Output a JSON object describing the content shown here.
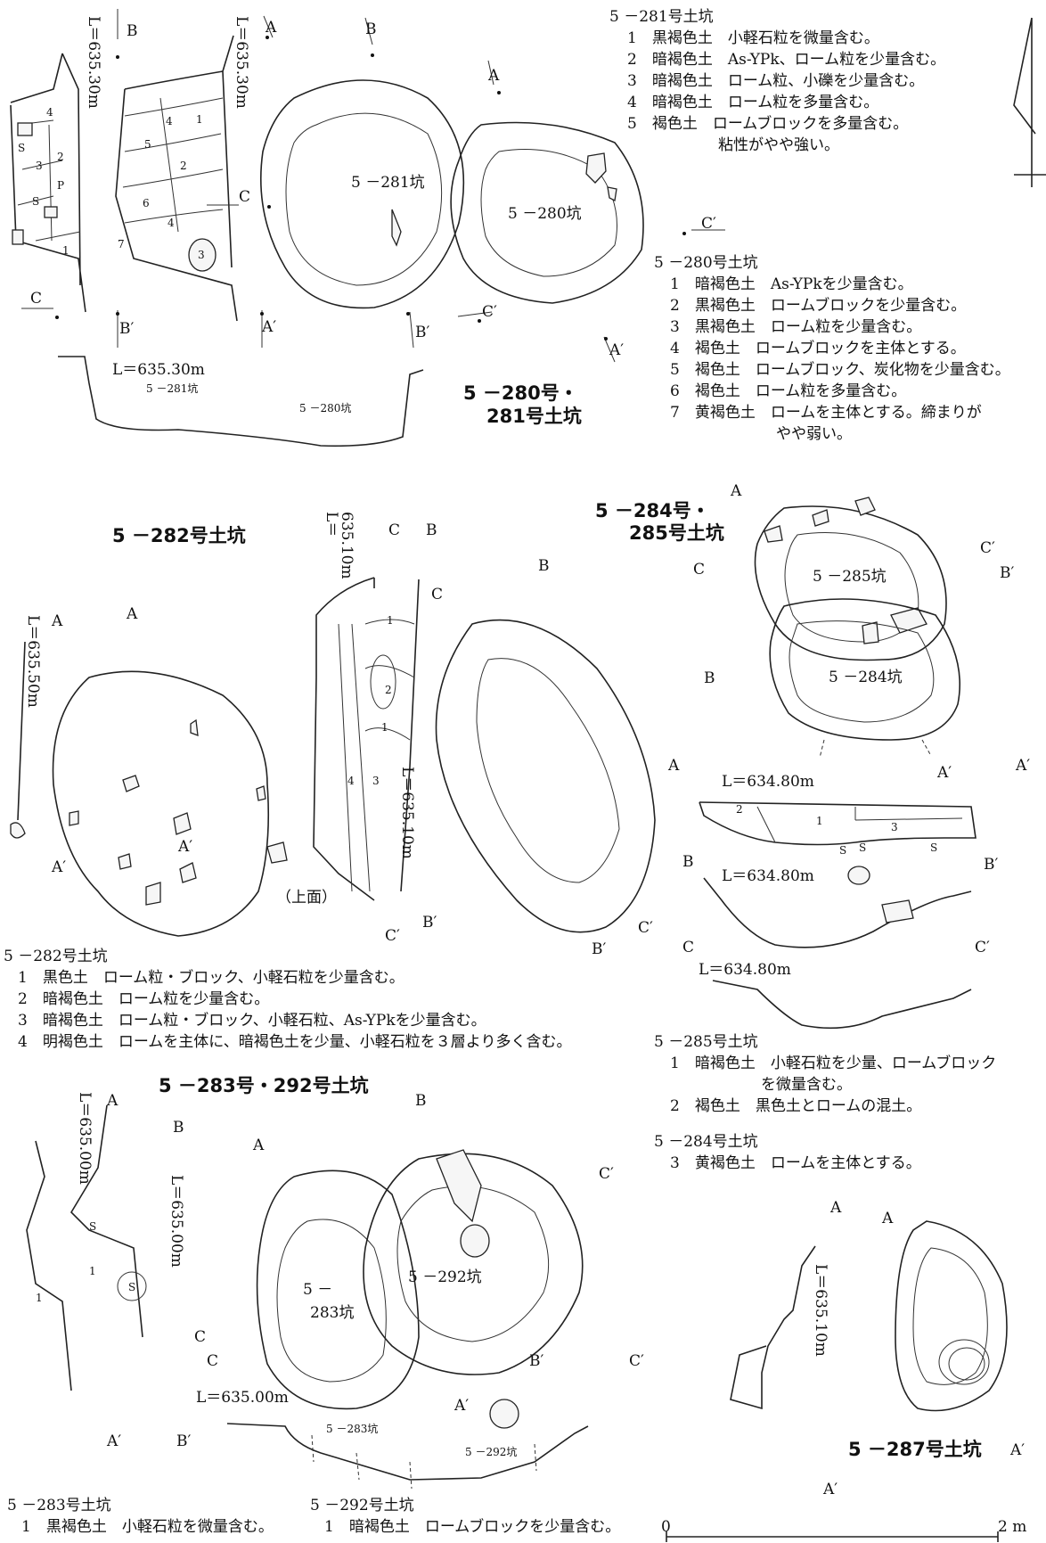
{
  "titles": {
    "t280": "5 －280号・",
    "t280b": "281号土坑",
    "t282": "5 －282号土坑",
    "t284": "5 －284号・",
    "t284b": "285号土坑",
    "t283": "5 －283号・292号土坑",
    "t287": "5 －287号土坑"
  },
  "pit_labels": {
    "p281": "5 －281坑",
    "p280": "5 －280坑",
    "p285": "5 －285坑",
    "p284": "5 －284坑",
    "p292": "5 －292坑",
    "p283a": "5 －",
    "p283b": "283坑",
    "s281": "5 －281坑",
    "s280": "5 －280坑",
    "s283": "5 －283坑",
    "s292": "5 －292坑",
    "top_surface": "（上面）"
  },
  "levels": {
    "l635_30": "L＝635.30m",
    "l635_10": "L＝635.10m",
    "l635_10a": "L＝",
    "l635_10b": "635.10m",
    "l635_50": "L＝635.50m",
    "l634_80": "L＝634.80m",
    "l635_00": "L＝635.00m"
  },
  "points": {
    "A": "A",
    "Ap": "A′",
    "B": "B",
    "Bp": "B′",
    "C": "C",
    "Cp": "C′"
  },
  "legend281": {
    "heading": "5 －281号土坑",
    "rows": [
      "1　黒褐色土　小軽石粒を微量含む。",
      "2　暗褐色土　As-YPk、ローム粒を少量含む。",
      "3　暗褐色土　ローム粒、小礫を少量含む。",
      "4　暗褐色土　ローム粒を多量含む。",
      "5　褐色土　ロームブロックを多量含む。",
      "　　　　　　粘性がやや強い。"
    ]
  },
  "legend280": {
    "heading": "5 －280号土坑",
    "rows": [
      "1　暗褐色土　As-YPkを少量含む。",
      "2　黒褐色土　ロームブロックを少量含む。",
      "3　黒褐色土　ローム粒を少量含む。",
      "4　褐色土　ロームブロックを主体とする。",
      "5　褐色土　ロームブロック、炭化物を少量含む。",
      "6　褐色土　ローム粒を多量含む。",
      "7　黄褐色土　ロームを主体とする。締まりが",
      "　　　　　　　やや弱い。"
    ]
  },
  "legend282": {
    "heading": "5 －282号土坑",
    "rows": [
      "1　黒色土　ローム粒・ブロック、小軽石粒を少量含む。",
      "2　暗褐色土　ローム粒を少量含む。",
      "3　暗褐色土　ローム粒・ブロック、小軽石粒、As-YPkを少量含む。",
      "4　明褐色土　ロームを主体に、暗褐色土を少量、小軽石粒を３層より多く含む。"
    ]
  },
  "legend285": {
    "heading": "5 －285号土坑",
    "rows": [
      "1　暗褐色土　小軽石粒を少量、ロームブロック",
      "　　　　　　を微量含む。",
      "2　褐色土　黒色土とロームの混土。"
    ]
  },
  "legend284": {
    "heading": "5 －284号土坑",
    "rows": [
      "3　黄褐色土　ロームを主体とする。"
    ]
  },
  "legend283": {
    "heading": "5 －283号土坑",
    "rows": [
      "1　黒褐色土　小軽石粒を微量含む。"
    ]
  },
  "legend292": {
    "heading": "5 －292号土坑",
    "rows": [
      "1　暗褐色土　ロームブロックを少量含む。"
    ]
  },
  "scale": {
    "zero": "0",
    "two": "2 m"
  },
  "layers": {
    "one": "1",
    "two": "2",
    "three": "3",
    "four": "4",
    "five": "5",
    "six": "6",
    "seven": "7",
    "S": "S",
    "P": "P"
  }
}
